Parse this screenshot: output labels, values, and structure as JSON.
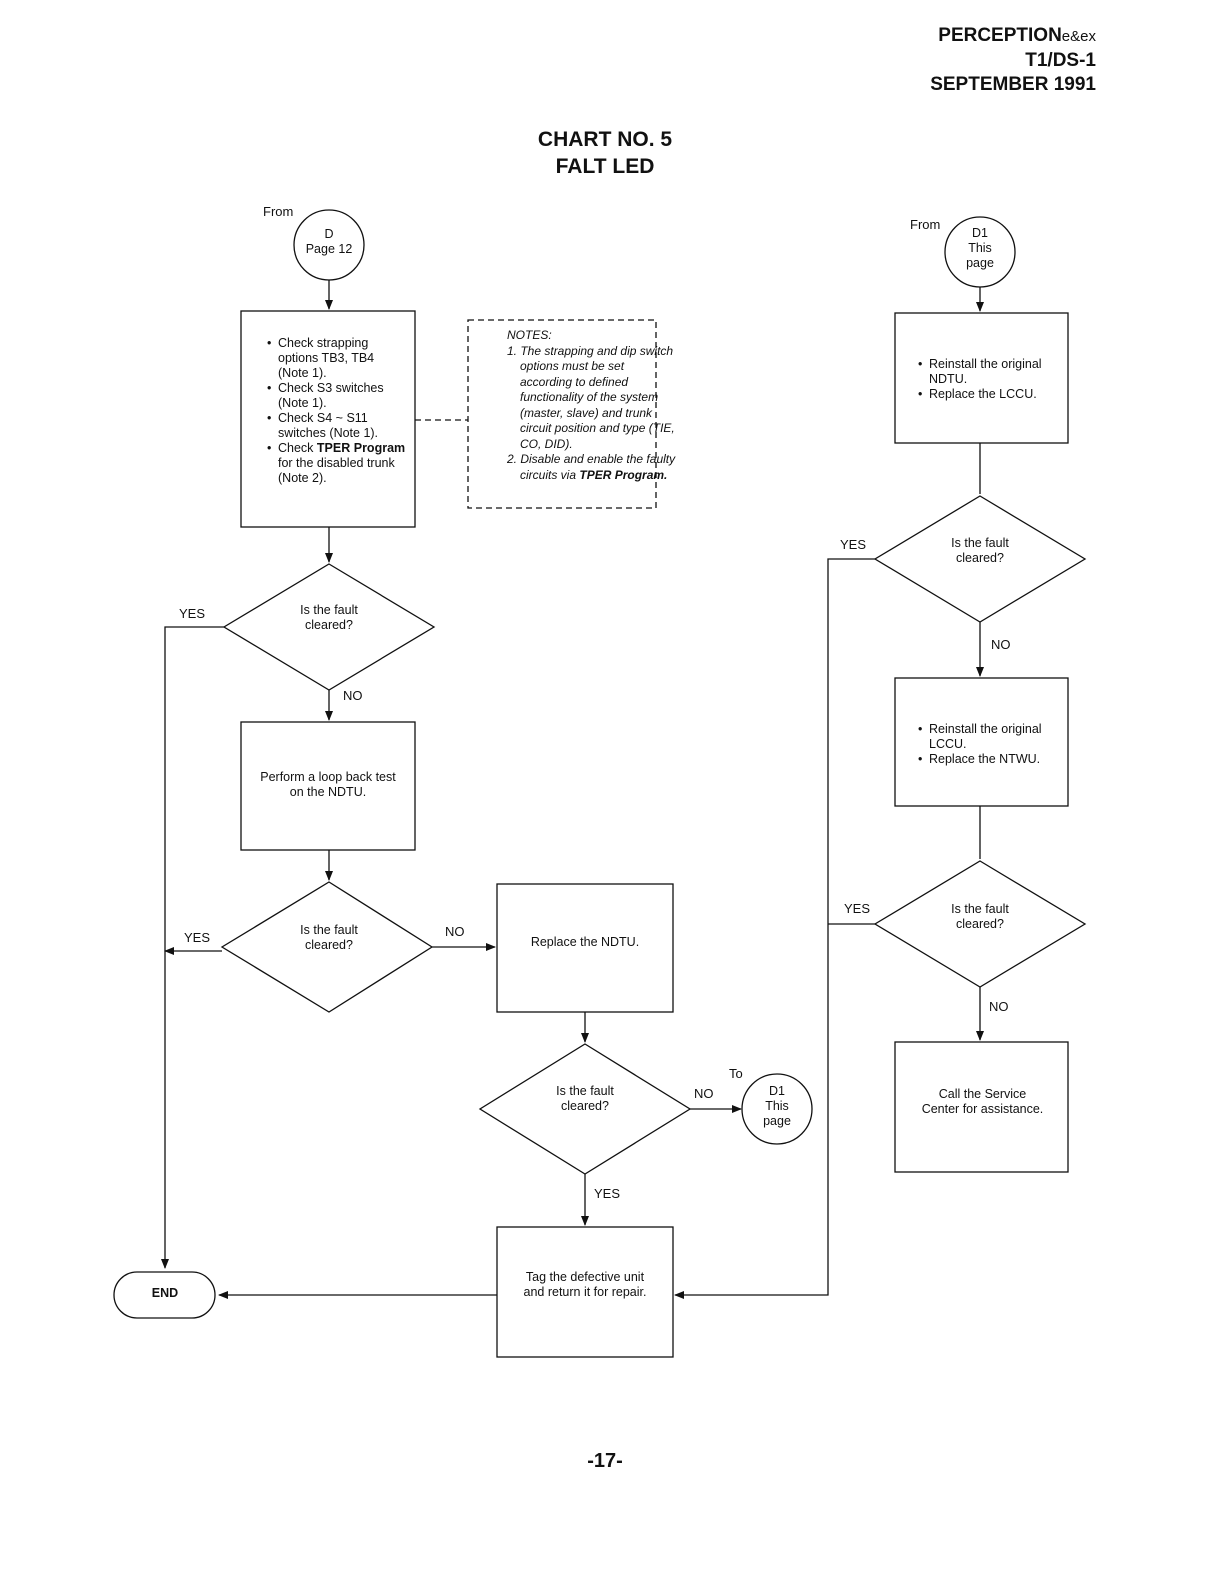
{
  "header": {
    "product": "PERCEPTION",
    "product_sub": "e&ex",
    "line2": "T1/DS-1",
    "line3": "SEPTEMBER 1991"
  },
  "title": {
    "line1": "CHART NO. 5",
    "line2": "FALT LED"
  },
  "page_number": "-17-",
  "left": {
    "from_label": "From",
    "connector_line1": "D",
    "connector_line2": "Page 12",
    "check_box": [
      "Check strapping options TB3, TB4 (Note 1).",
      "Check S3 switches (Note 1).",
      "Check S4 ~ S11 switches (Note 1)."
    ],
    "check_box_last_pre": "Check",
    "check_box_last_bold": "TPER Program",
    "check_box_last_post": "for the disabled trunk (Note 2).",
    "decision1": "Is the fault cleared?",
    "decision1_yes": "YES",
    "decision1_no": "NO",
    "loopback": "Perform a loop back test on the NDTU.",
    "decision2": "Is the fault cleared?",
    "decision2_yes": "YES",
    "decision2_no": "NO",
    "end_label": "END"
  },
  "notes": {
    "heading": "NOTES:",
    "note1": "1. The strapping and dip switch options must be set according to defined functionality of the system (master, slave) and trunk circuit position and type (TIE, CO, DID).",
    "note2_pre": "2. Disable and enable the faulty circuits via",
    "note2_bold": "TPER Program."
  },
  "middle": {
    "replace_ndtu": "Replace the NDTU.",
    "decision3": "Is the fault cleared?",
    "decision3_no": "NO",
    "decision3_yes": "YES",
    "to_label": "To",
    "to_line1": "D1",
    "to_line2": "This",
    "to_line3": "page",
    "tag": "Tag the defective unit and return it for repair."
  },
  "right": {
    "from_label": "From",
    "connector_line1": "D1",
    "connector_line2": "This",
    "connector_line3": "page",
    "box1": [
      "Reinstall the original NDTU.",
      "Replace the LCCU."
    ],
    "decision4": "Is the fault cleared?",
    "decision4_yes": "YES",
    "decision4_no": "NO",
    "box2": [
      "Reinstall the original LCCU.",
      "Replace the NTWU."
    ],
    "decision5": "Is the fault cleared?",
    "decision5_yes": "YES",
    "decision5_no": "NO",
    "service": "Call the Service Center for assistance."
  }
}
